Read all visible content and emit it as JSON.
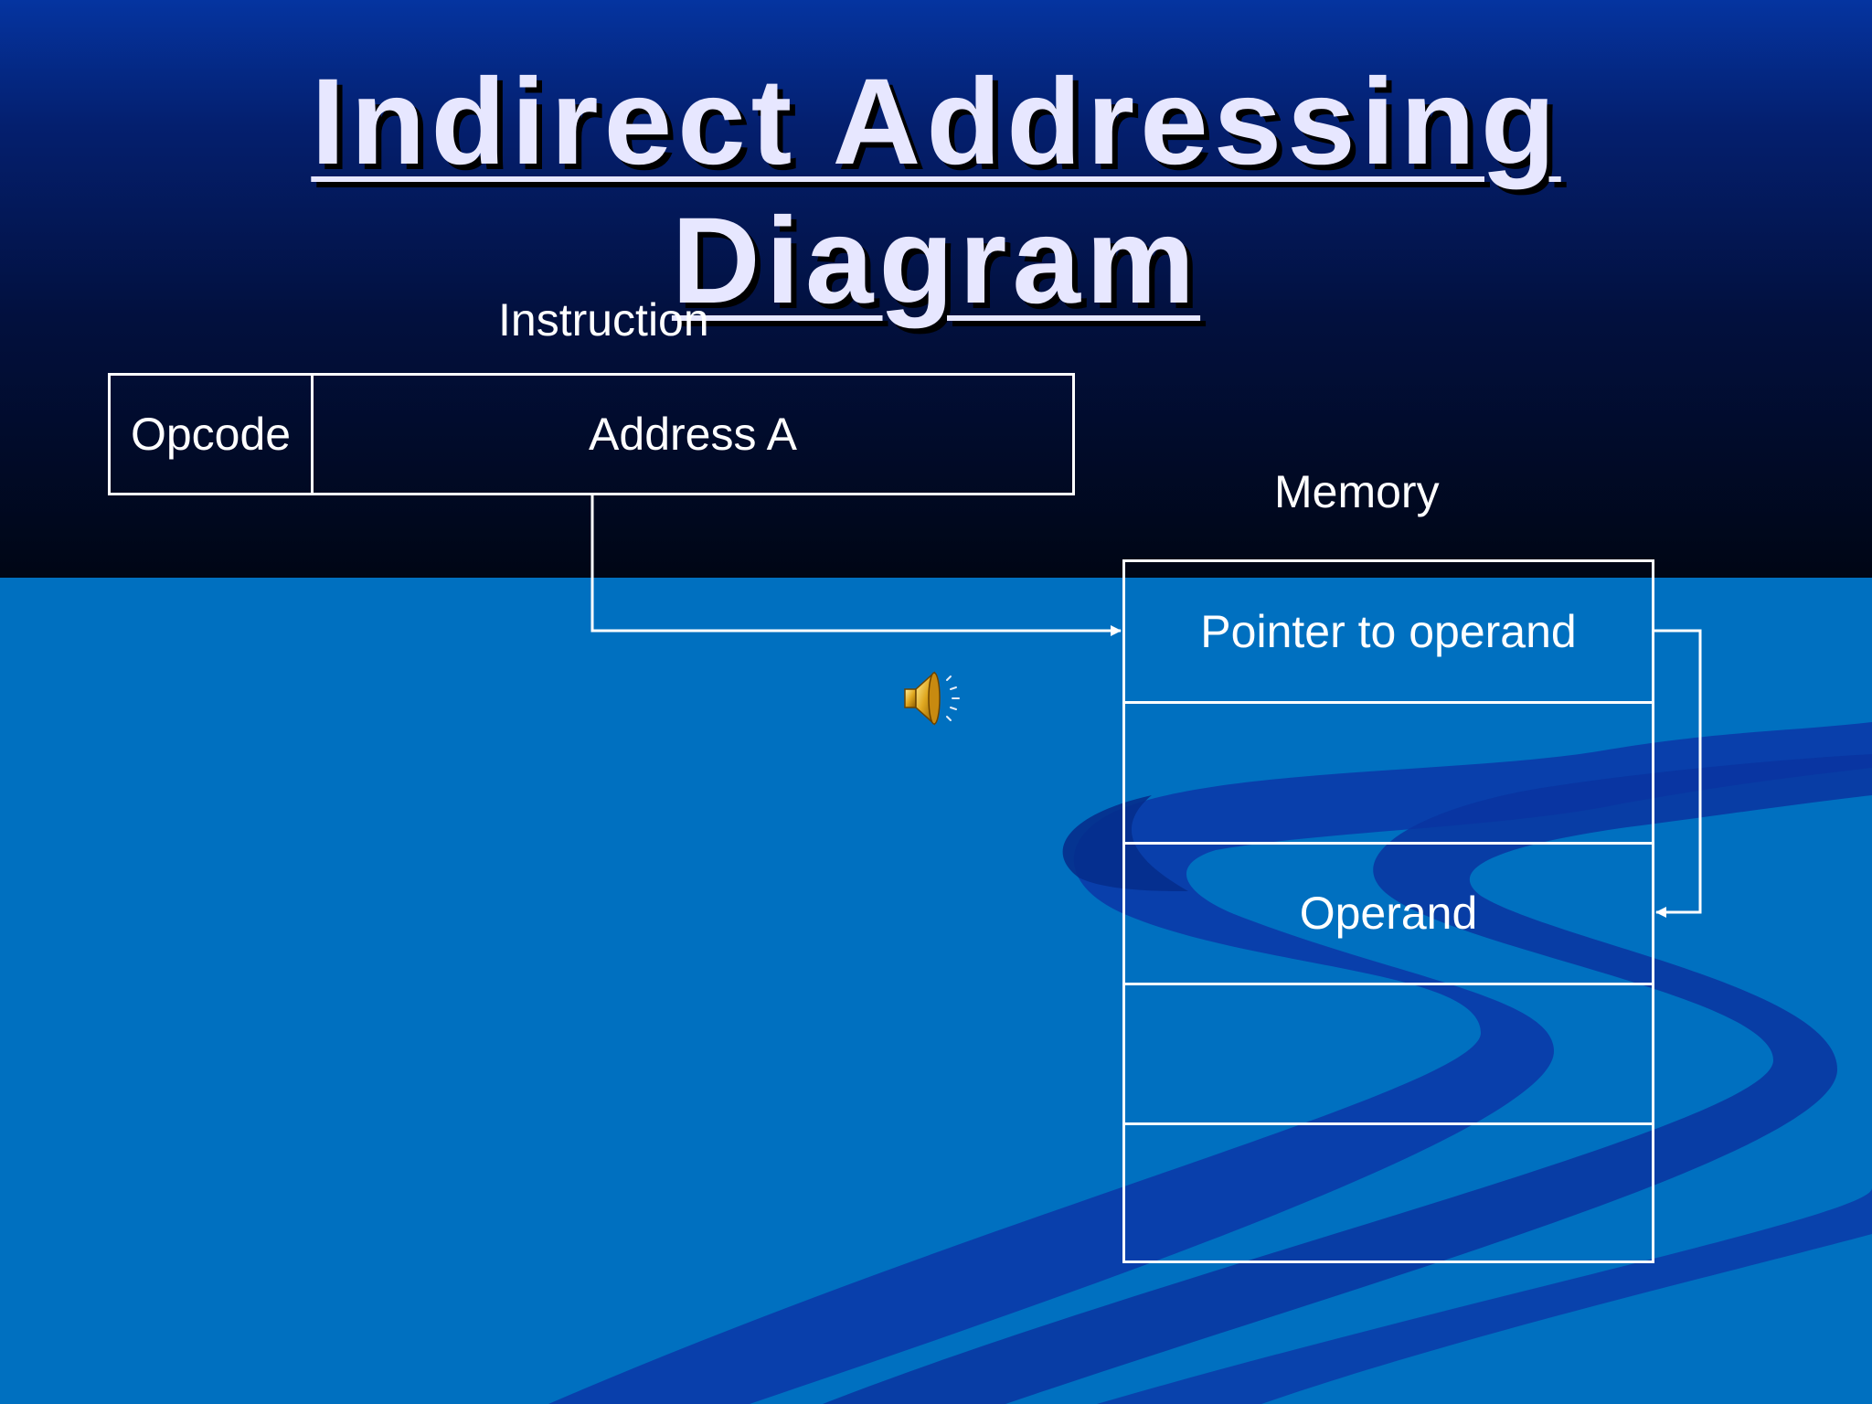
{
  "slide": {
    "title": "Indirect Addressing Diagram",
    "title_line1": "Indirect Addressing",
    "title_line2": "Diagram"
  },
  "diagram": {
    "instruction_label": "Instruction",
    "opcode": "Opcode",
    "address": "Address A",
    "memory_label": "Memory",
    "memory_cells": [
      "Pointer to operand",
      "",
      "Operand",
      "",
      ""
    ]
  },
  "icons": {
    "audio": "speaker-icon"
  },
  "colors": {
    "background_top": "#02103e",
    "background_bottom": "#0070c0",
    "swoosh": "#0a3aa8",
    "title_text": "#e7e7ff",
    "lines": "#ffffff"
  }
}
